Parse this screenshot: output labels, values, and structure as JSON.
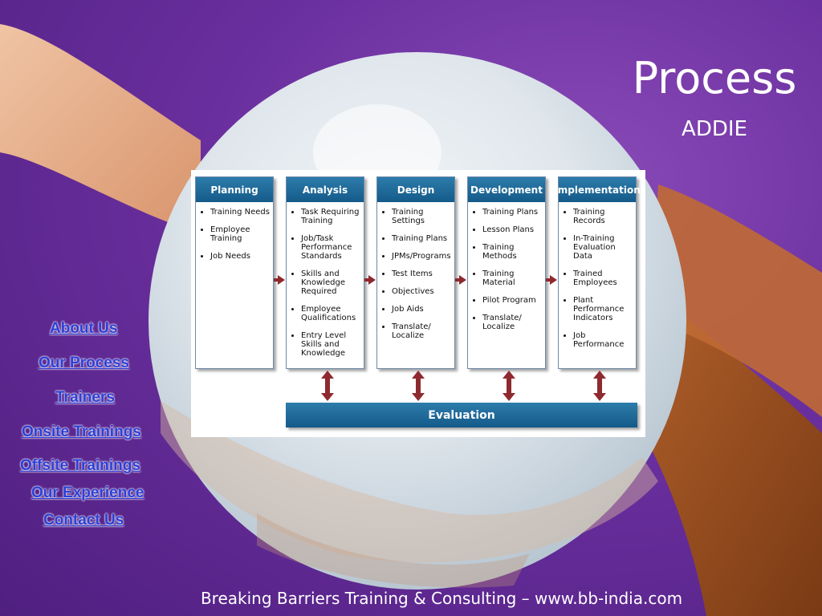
{
  "slide": {
    "title": "Process",
    "subtitle": "ADDIE",
    "footer": "Breaking Barriers Training & Consulting – www.bb-india.com"
  },
  "diagram": {
    "stages": [
      {
        "name": "Planning",
        "items": [
          "Training Needs",
          "Employee Training",
          "Job Needs"
        ]
      },
      {
        "name": "Analysis",
        "items": [
          "Task Requiring Training",
          "Job/Task Performance Standards",
          "Skills and Knowledge Required",
          "Employee Qualifications",
          "Entry Level Skills and Knowledge"
        ]
      },
      {
        "name": "Design",
        "items": [
          "Training Settings",
          "Training Plans",
          "JPMs/Programs",
          "Test Items",
          "Objectives",
          "Job Aids",
          "Translate/ Localize"
        ]
      },
      {
        "name": "Development",
        "items": [
          "Training Plans",
          "Lesson Plans",
          "Training Methods",
          "Training Material",
          "Pilot Program",
          "Translate/ Localize"
        ]
      },
      {
        "name": "Implementation",
        "items": [
          "Training Records",
          "In-Training Evaluation Data",
          "Trained Employees",
          "Plant Performance Indicators",
          "Job Performance"
        ]
      }
    ],
    "evaluation": "Evaluation",
    "colors": {
      "header": "#1f6d9e",
      "arrow": "#8e2a2f"
    }
  },
  "nav": {
    "links": [
      "About Us",
      "Our Process",
      "Trainers",
      "Onsite Trainings",
      "Offsite Trainings",
      "Our Experience",
      "Contact Us"
    ]
  },
  "colors": {
    "background": "#6a2f9e",
    "link": "#2b3fd6",
    "title": "#ffffff"
  }
}
